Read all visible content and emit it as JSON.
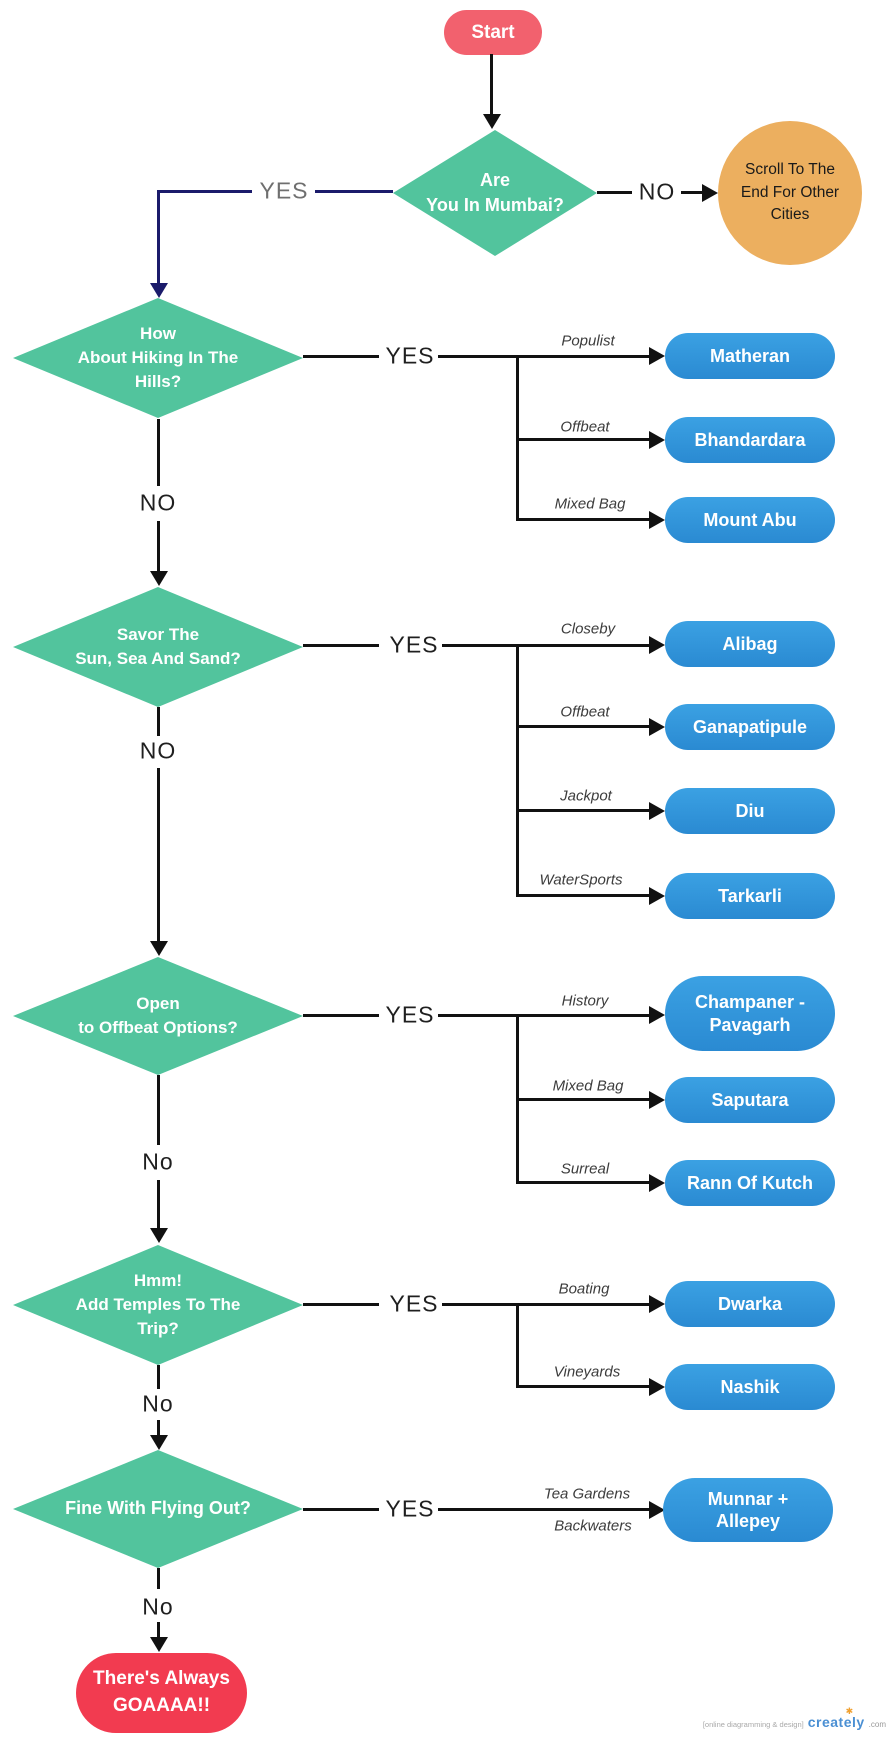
{
  "colors": {
    "decision_green": "#52c49d",
    "destination_blue": "#2f93d9",
    "start_pink": "#f2616e",
    "end_red": "#f23b50",
    "other_cities_orange": "#ecaf5f",
    "first_yes_elbow_navy": "#1b1b6b",
    "line_black": "#111111"
  },
  "nodes": {
    "start": {
      "label": "Start"
    },
    "other_cities": {
      "lines": [
        "Scroll To The",
        "End For Other",
        "Cities"
      ]
    },
    "end": {
      "lines": [
        "There's Always",
        "GOAAAA!!"
      ]
    }
  },
  "decisions": [
    {
      "lines": [
        "Are",
        "You  In Mumbai?"
      ],
      "yes": "YES",
      "no": "NO"
    },
    {
      "lines": [
        "How",
        "About Hiking  In The",
        "Hills?"
      ],
      "yes": "YES",
      "no": "NO"
    },
    {
      "lines": [
        "Savor The",
        "Sun, Sea  And Sand?"
      ],
      "yes": "YES",
      "no": "NO"
    },
    {
      "lines": [
        "Open",
        "to Offbeat  Options?"
      ],
      "yes": "YES",
      "no": "No"
    },
    {
      "lines": [
        "Hmm!",
        "Add Temples  To The",
        "Trip?"
      ],
      "yes": "YES",
      "no": "No"
    },
    {
      "lines": [
        "Fine With Flying  Out?"
      ],
      "yes": "YES",
      "no": "No"
    }
  ],
  "branches": {
    "hiking": [
      {
        "tag": "Populist",
        "lines": [
          "Matheran"
        ]
      },
      {
        "tag": "Offbeat",
        "lines": [
          "Bhandardara"
        ]
      },
      {
        "tag": "Mixed Bag",
        "lines": [
          "Mount Abu"
        ]
      }
    ],
    "beach": [
      {
        "tag": "Closeby",
        "lines": [
          "Alibag"
        ]
      },
      {
        "tag": "Offbeat",
        "lines": [
          "Ganapatipule"
        ]
      },
      {
        "tag": "Jackpot",
        "lines": [
          "Diu"
        ]
      },
      {
        "tag": "WaterSports",
        "lines": [
          "Tarkarli"
        ]
      }
    ],
    "offbeat": [
      {
        "tag": "History",
        "lines": [
          "Champaner -",
          "Pavagarh"
        ]
      },
      {
        "tag": "Mixed Bag",
        "lines": [
          "Saputara"
        ]
      },
      {
        "tag": "Surreal",
        "lines": [
          "Rann Of Kutch"
        ]
      }
    ],
    "temples": [
      {
        "tag": "Boating",
        "lines": [
          "Dwarka"
        ]
      },
      {
        "tag": "Vineyards",
        "lines": [
          "Nashik"
        ]
      }
    ],
    "flying": [
      {
        "tag_above": "Tea Gardens",
        "tag_below": "Backwaters",
        "lines": [
          "Munnar +",
          "Allepey"
        ]
      }
    ]
  },
  "watermark": {
    "prefix": "[online diagramming & design]",
    "brand": "creately",
    "sparkle_icon": "✱",
    "suffix": ".com"
  }
}
